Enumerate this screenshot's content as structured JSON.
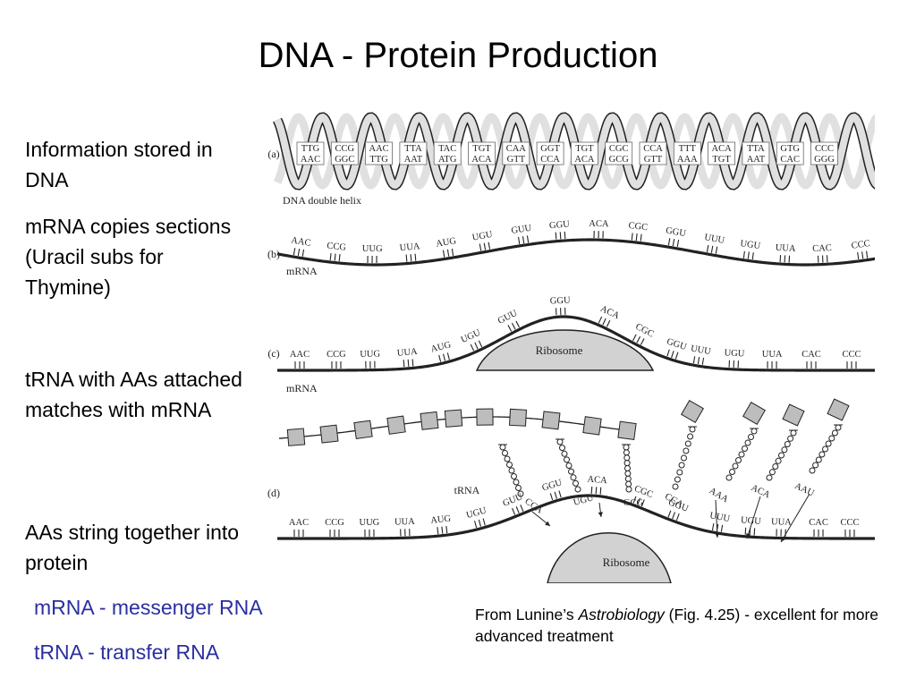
{
  "slide": {
    "title": "DNA - Protein Production",
    "bullets": [
      "Information stored in DNA",
      "mRNA copies sections (Uracil subs for Thymine)",
      "tRNA with AAs attached matches with mRNA",
      "AAs string together into protein"
    ],
    "glossary": [
      "mRNA - messenger RNA",
      "tRNA - transfer RNA"
    ],
    "caption": {
      "prefix": "From Lunine’s ",
      "book": "Astrobiology",
      "suffix": " (Fig. 4.25) - excellent for more advanced treatment"
    }
  },
  "figure": {
    "panel_labels": [
      "(a)",
      "(b)",
      "(c)",
      "(d)"
    ],
    "dna_label": "DNA double helix",
    "mrna_label": "mRNA",
    "ribosome_label": "Ribosome",
    "trna_label": "tRNA",
    "dna_top": [
      "TTG",
      "CCG",
      "AAC",
      "TTA",
      "TAC",
      "TGT",
      "CAA",
      "GGT",
      "TGT",
      "CGC",
      "CCA",
      "TTT",
      "ACA",
      "TTA",
      "GTG",
      "CCC"
    ],
    "dna_bottom": [
      "AAC",
      "GGC",
      "TTG",
      "AAT",
      "ATG",
      "ACA",
      "GTT",
      "CCA",
      "ACA",
      "GCG",
      "GTT",
      "AAA",
      "TGT",
      "AAT",
      "CAC",
      "GGG"
    ],
    "mrna_codons": [
      "AAC",
      "CCG",
      "UUG",
      "UUA",
      "AUG",
      "UGU",
      "GUU",
      "GGU",
      "ACA",
      "CGC",
      "GGU",
      "UUU",
      "UGU",
      "UUA",
      "CAC",
      "CCC"
    ],
    "trna_anticodons": [
      "CCA",
      "UGU",
      "GCG",
      "CCA",
      "AAA",
      "ACA",
      "AAU"
    ],
    "colors": {
      "ink": "#222222",
      "helix": "#e0e0e0",
      "ribosome": "#d2d2d2",
      "amino_acid": "#bdbdbd",
      "glossary": "#2b2fa0"
    }
  }
}
